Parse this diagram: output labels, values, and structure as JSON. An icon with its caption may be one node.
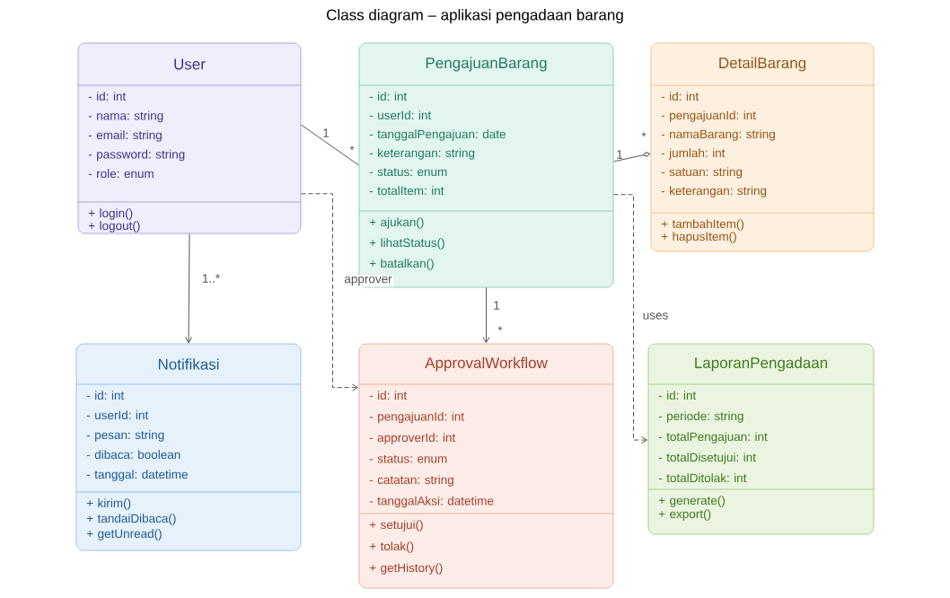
{
  "diagram": {
    "title": "Class diagram – aplikasi pengadaan barang",
    "nodes": [
      {
        "text": [
          "User"
        ]
      },
      {
        "text": [
          "- id: int",
          "- nama: string",
          "- email: string",
          "- password: string",
          "- role: enum"
        ],
        "in": 0
      },
      {
        "text": [
          "+ login()",
          "+ logout()"
        ],
        "in": 0
      },
      {
        "text": [
          "PengajuanBarang"
        ]
      },
      {
        "text": [
          "- id: int",
          "- userId: int",
          "- tanggalPengajuan: date",
          "- keterangan: string",
          "- status: enum",
          "- totalItem: int"
        ],
        "in": 3
      },
      {
        "text": [
          "+ ajukan()",
          "+ lihatStatus()",
          "+ batalkan()"
        ],
        "in": 3
      },
      {
        "text": [
          "DetailBarang"
        ]
      },
      {
        "text": [
          "- id: int",
          "- pengajuanId: int",
          "- namaBarang: string",
          "- jumlah: int",
          "- satuan: string",
          "- keterangan: string"
        ],
        "in": 6
      },
      {
        "text": [
          "+ tambahItem()",
          "+ hapusItem()"
        ],
        "in": 6
      },
      {
        "text": [
          "Notifikasi"
        ]
      },
      {
        "text": [
          "- id: int",
          "- userId: int",
          "- pesan: string",
          "- dibaca: boolean",
          "- tanggal: datetime"
        ],
        "in": 9
      },
      {
        "text": [
          "+ kirim()",
          "+ tandaiDibaca()",
          "+ getUnread()"
        ],
        "in": 9
      },
      {
        "text": [
          "ApprovalWorkflow"
        ]
      },
      {
        "text": [
          "- id: int",
          "- pengajuanId: int",
          "- approverId: int",
          "- status: enum",
          "- catatan: string",
          "- tanggalAksi: datetime"
        ],
        "in": 12
      },
      {
        "text": [
          "+ setujui()",
          "+ tolak()",
          "+ getHistory()"
        ],
        "in": 12
      },
      {
        "text": [
          "LaporanPengadaan"
        ]
      },
      {
        "text": [
          "- id: int",
          "- periode: string",
          "- totalPengajuan: int",
          "- totalDisetujui: int",
          "- totalDitolak: int"
        ],
        "in": 15
      },
      {
        "text": [
          "+ generate()",
          "+ export()"
        ],
        "in": 15
      }
    ],
    "edges": [
      {
        "from": 0,
        "to": 3,
        "arrow": "none"
      },
      {
        "from": 3,
        "to": 6,
        "arrow": "other"
      },
      {
        "from": 0,
        "to": 9,
        "arrow": "to",
        "label": "1..*"
      },
      {
        "from": 3,
        "to": 12,
        "arrow": "to"
      },
      {
        "from": 0,
        "to": 12,
        "arrow": "to",
        "style": "dashed",
        "label": "approver"
      },
      {
        "from": 3,
        "to": 15,
        "arrow": "to",
        "style": "dashed",
        "label": "uses"
      }
    ],
    "labels": [
      "1",
      "*",
      "1",
      "*",
      "1",
      "*"
    ]
  }
}
